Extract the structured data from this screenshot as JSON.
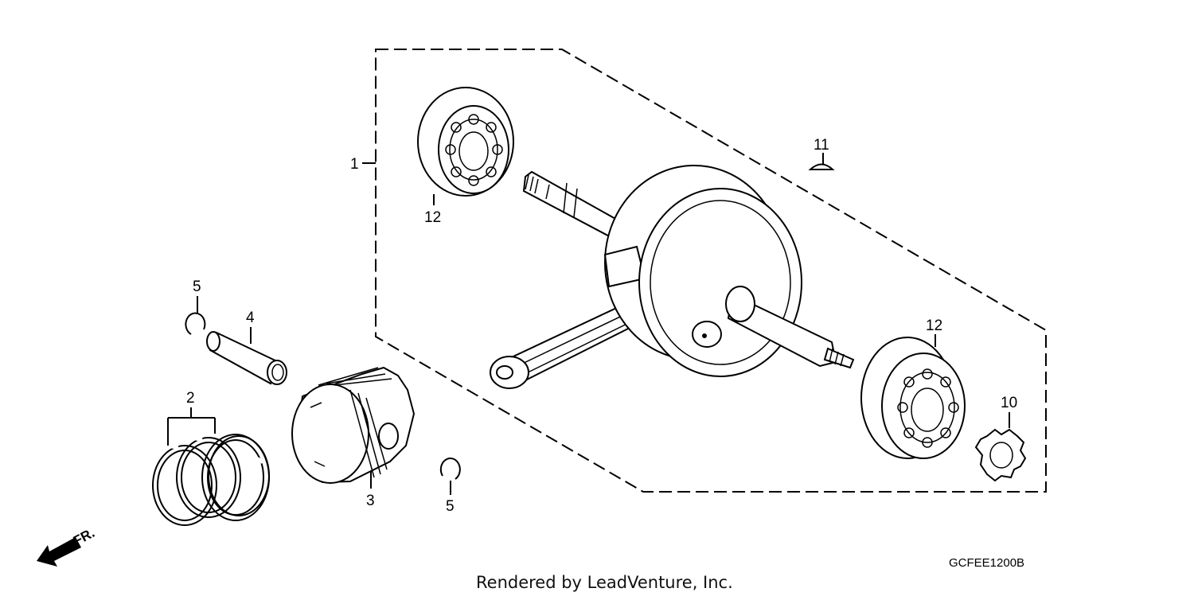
{
  "diagram": {
    "callouts": {
      "p1": "1",
      "p2": "2",
      "p3": "3",
      "p4": "4",
      "p5a": "5",
      "p5b": "5",
      "p10": "10",
      "p11": "11",
      "p12a": "12",
      "p12b": "12"
    },
    "direction_label": "FR.",
    "diagram_code": "GCFEE1200B",
    "credit": "Rendered by LeadVenture, Inc."
  }
}
